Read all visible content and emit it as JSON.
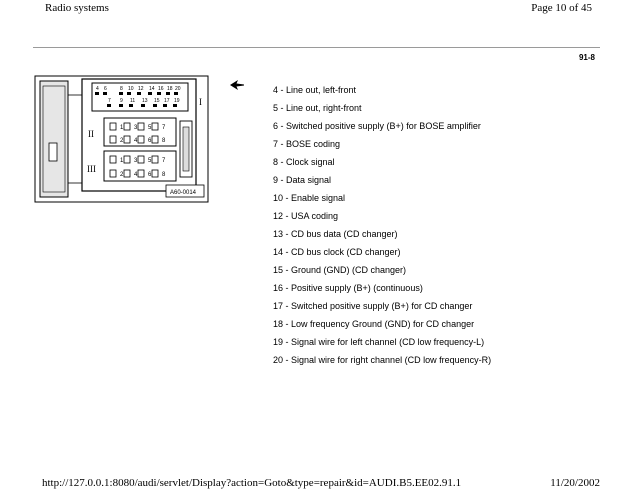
{
  "header": {
    "title": "Radio systems",
    "page_label": "Page 10 of 45"
  },
  "section_number": "91-8",
  "diagram": {
    "id_label": "A60-0014",
    "top_numbers": [
      "4",
      "6",
      "8",
      "10",
      "12",
      "14",
      "16",
      "18",
      "20"
    ],
    "top_row2": [
      "7",
      "9",
      "11",
      "13",
      "15",
      "17",
      "19"
    ],
    "roman_right": "I",
    "roman_mid": "II",
    "roman_low": "III",
    "grid_a": [
      "1",
      "3",
      "5",
      "7",
      "2",
      "4",
      "6",
      "8"
    ],
    "grid_b": [
      "1",
      "3",
      "5",
      "7",
      "2",
      "4",
      "6",
      "8"
    ]
  },
  "items": [
    "4 - Line out, left-front",
    "5 - Line out, right-front",
    "6 - Switched positive supply (B+) for BOSE amplifier",
    "7 - BOSE coding",
    "8 - Clock signal",
    "9 - Data signal",
    "10 - Enable signal",
    "12 - USA coding",
    "13 - CD bus data (CD changer)",
    "14 - CD bus clock (CD changer)",
    "15 - Ground (GND) (CD changer)",
    "16 - Positive supply (B+) (continuous)",
    "17 - Switched positive supply (B+) for CD changer",
    "18 - Low frequency Ground (GND) for CD changer",
    "19 - Signal wire for left channel (CD low frequency-L)",
    "20 - Signal wire for right channel (CD low frequency-R)"
  ],
  "footer": {
    "url": "http://127.0.0.1:8080/audi/servlet/Display?action=Goto&type=repair&id=AUDI.B5.EE02.91.1",
    "date": "11/20/2002"
  }
}
